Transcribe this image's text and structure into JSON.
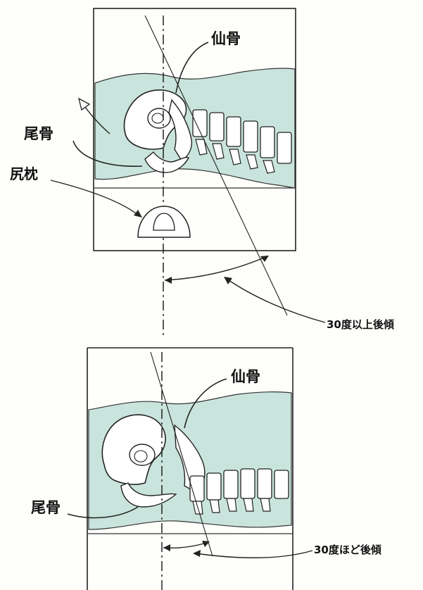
{
  "top_panel": {
    "label_sacrum": "仙骨",
    "label_coccyx": "尾骨",
    "label_pillow": "尻枕",
    "angle_label": "30度以上後傾"
  },
  "bottom_panel": {
    "label_sacrum": "仙骨",
    "label_coccyx": "尾骨",
    "angle_label": "30度ほど後傾"
  },
  "colors": {
    "tissue": "#c9e4dc",
    "line": "#1a1a1a",
    "paper": "#fefefb"
  }
}
